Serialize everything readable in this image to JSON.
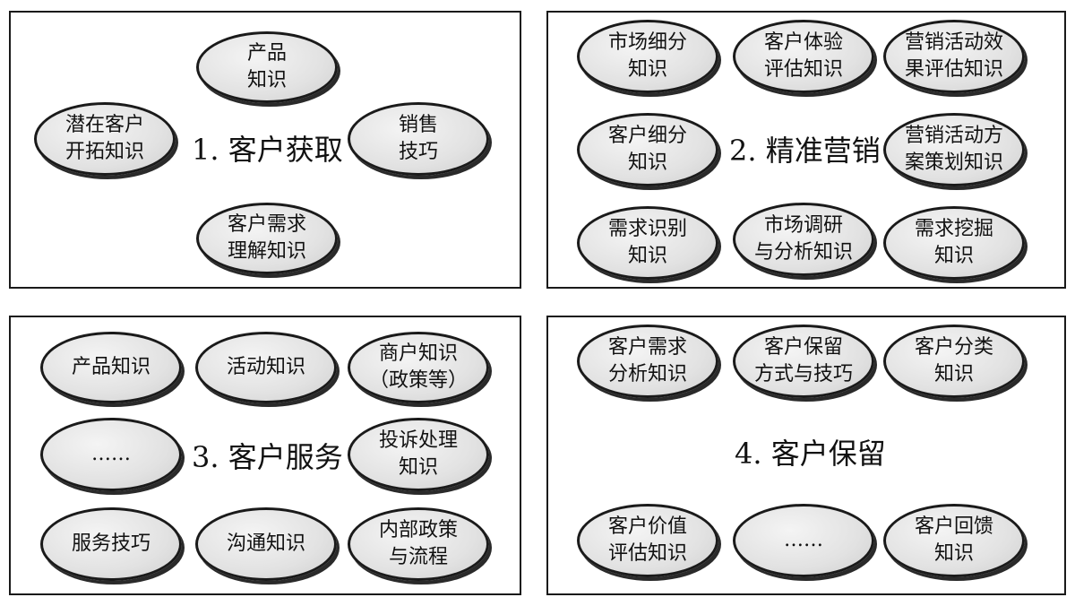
{
  "panels": [
    {
      "title": "1. 客户获取",
      "items": [
        "产品\n知识",
        "潜在客户\n开拓知识",
        "销售\n技巧",
        "客户需求\n理解知识"
      ]
    },
    {
      "title": "2. 精准营销",
      "items": [
        "市场细分\n知识",
        "客户体验\n评估知识",
        "营销活动效\n果评估知识",
        "客户细分\n知识",
        "营销活动方\n案策划知识",
        "需求识别\n知识",
        "市场调研\n与分析知识",
        "需求挖掘\n知识"
      ]
    },
    {
      "title": "3. 客户服务",
      "items": [
        "产品知识",
        "活动知识",
        "商户知识\n（政策等）",
        "……",
        "投诉处理\n知识",
        "服务技巧",
        "沟通知识",
        "内部政策\n与流程"
      ]
    },
    {
      "title": "4. 客户保留",
      "items": [
        "客户需求\n分析知识",
        "客户保留\n方式与技巧",
        "客户分类\n知识",
        "客户价值\n评估知识",
        "……",
        "客户回馈\n知识"
      ]
    }
  ]
}
